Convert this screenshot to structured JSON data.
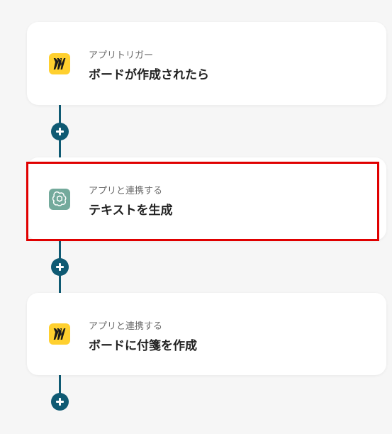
{
  "steps": [
    {
      "app_icon": "miro-icon",
      "subtitle": "アプリトリガー",
      "title": "ボードが作成されたら"
    },
    {
      "app_icon": "openai-icon",
      "subtitle": "アプリと連携する",
      "title": "テキストを生成"
    },
    {
      "app_icon": "miro-icon",
      "subtitle": "アプリと連携する",
      "title": "ボードに付箋を作成"
    }
  ],
  "colors": {
    "connector": "#0f5a73",
    "highlight": "#e00000",
    "miro": "#ffd02f",
    "openai": "#74aa9c"
  }
}
